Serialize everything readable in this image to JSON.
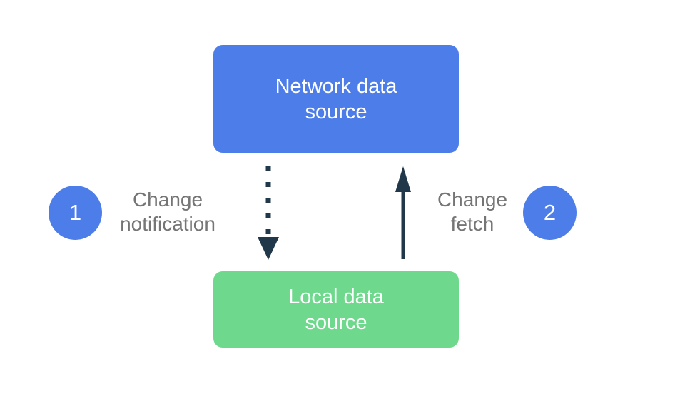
{
  "diagram": {
    "title": "Network to local data source change propagation",
    "colors": {
      "network_box": "#4d7de8",
      "local_box": "#6ed98d",
      "badge": "#4d7de8",
      "arrow": "#20384a",
      "label_text": "#757575",
      "box_text": "#ffffff"
    },
    "nodes": {
      "network": {
        "label": "Network data\nsource"
      },
      "local": {
        "label": "Local data\nsource"
      }
    },
    "annotations": {
      "step1": {
        "badge": "1",
        "label": "Change\nnotification"
      },
      "step2": {
        "badge": "2",
        "label": "Change\nfetch"
      }
    },
    "arrows": {
      "change_notification": {
        "style": "dotted",
        "direction": "down",
        "from": "network",
        "to": "local"
      },
      "change_fetch": {
        "style": "solid",
        "direction": "up",
        "from": "local",
        "to": "network"
      }
    }
  }
}
